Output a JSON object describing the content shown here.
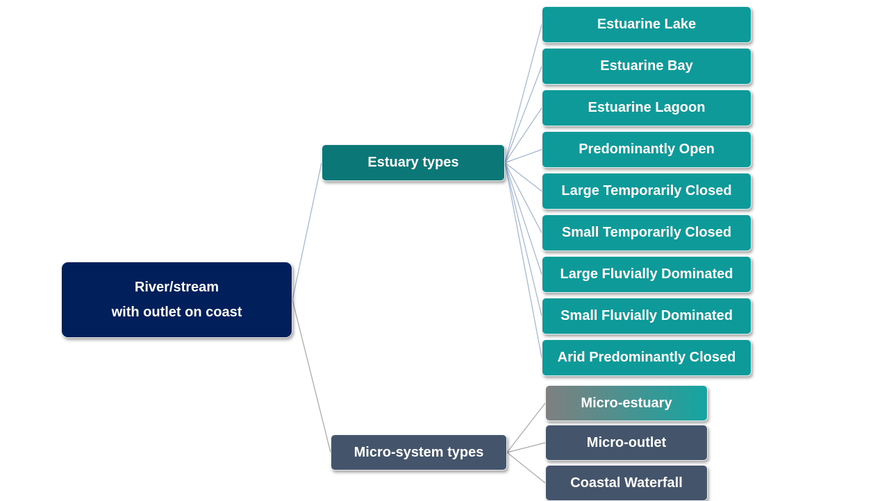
{
  "root": {
    "line1": "River/stream",
    "line2": "with outlet on coast"
  },
  "estuary": {
    "label": "Estuary types",
    "items": [
      "Estuarine Lake",
      "Estuarine Bay",
      "Estuarine Lagoon",
      "Predominantly Open",
      "Large Temporarily Closed",
      "Small Temporarily Closed",
      "Large Fluvially Dominated",
      "Small Fluvially Dominated",
      "Arid Predominantly Closed"
    ]
  },
  "micro": {
    "label": "Micro-system types",
    "items": [
      "Micro-estuary",
      "Micro-outlet",
      "Coastal Waterfall"
    ]
  },
  "colors": {
    "root": "#011f5b",
    "estuary_hub": "#0b7877",
    "estuary_leaf": "#0e9a98",
    "micro": "#44546a",
    "connector_estuary": "#9db3d6",
    "connector_micro": "#a6a6a6"
  }
}
